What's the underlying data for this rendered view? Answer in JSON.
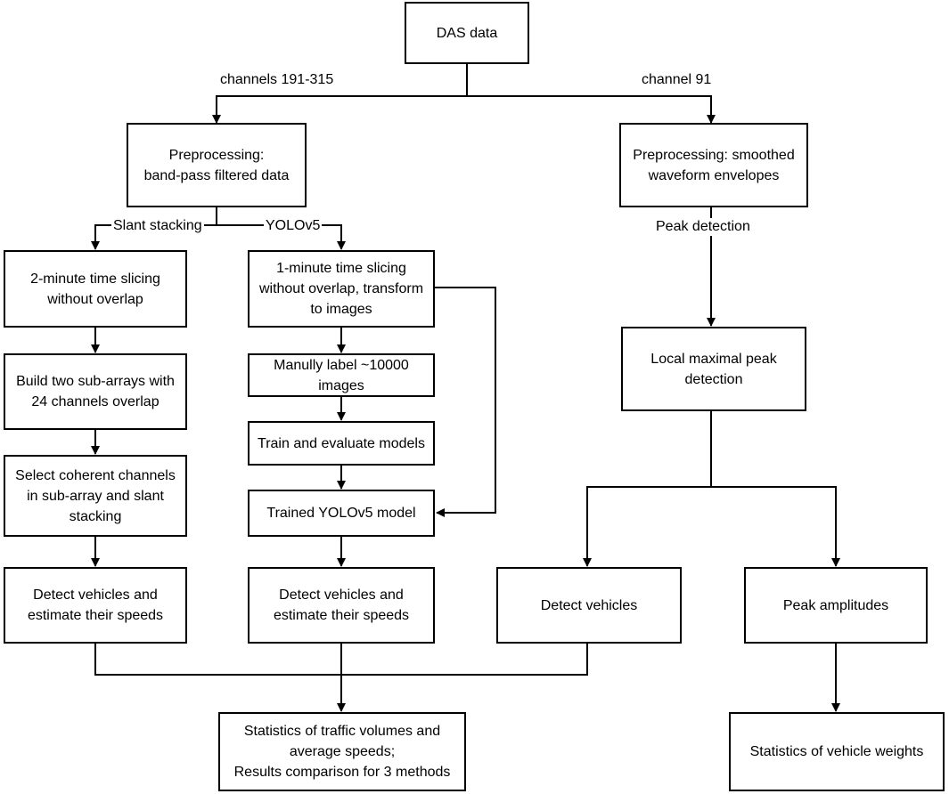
{
  "nodes": {
    "das": [
      "DAS data"
    ],
    "pre_left": [
      "Preprocessing:",
      "band-pass filtered data"
    ],
    "pre_right": [
      "Preprocessing: smoothed",
      "waveform envelopes"
    ],
    "slice2": [
      "2-minute time slicing",
      "without overlap"
    ],
    "subarrays": [
      "Build two sub-arrays with",
      "24 channels overlap"
    ],
    "coherent": [
      "Select coherent channels",
      "in sub-array and slant",
      "stacking"
    ],
    "detect_left": [
      "Detect vehicles and",
      "estimate their speeds"
    ],
    "slice1": [
      "1-minute time slicing",
      "without overlap, transform",
      "to images"
    ],
    "label": [
      "Manully label ~10000",
      "images"
    ],
    "train": [
      "Train and evaluate models"
    ],
    "trained": [
      "Trained YOLOv5 model"
    ],
    "detect_mid": [
      "Detect vehicles and",
      "estimate their speeds"
    ],
    "localmax": [
      "Local maximal peak",
      "detection"
    ],
    "detect_right": [
      "Detect vehicles"
    ],
    "peakamp": [
      "Peak amplitudes"
    ],
    "stats_traffic": [
      "Statistics of traffic volumes and",
      "average speeds;",
      "Results comparison for 3 methods"
    ],
    "stats_weight": [
      "Statistics of vehicle weights"
    ]
  },
  "labels": {
    "channels_left": "channels 191-315",
    "channel_right": "channel 91",
    "slant": "Slant stacking",
    "yolo": "YOLOv5",
    "peak": "Peak detection"
  }
}
